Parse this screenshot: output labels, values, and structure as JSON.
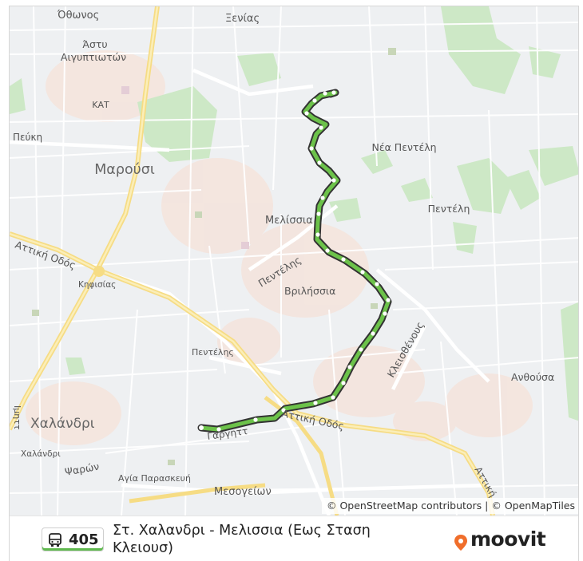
{
  "map": {
    "place_labels": {
      "othonos": "Όθωνος",
      "xenias": "Ξενίας",
      "asty_aigyptioton": [
        "Άστυ",
        "Αιγυπτιωτών"
      ],
      "kat": "ΚΑΤ",
      "pefki": "Πεύκη",
      "marousi": "Μαρούσι",
      "nea_penteli": "Νέα Πεντέλη",
      "penteli": "Πεντέλη",
      "melissia": "Μελίσσια",
      "attiki_odos_west": "Αττική Οδός",
      "kifisias": "Κηφισίας",
      "pentelis_road": "Πεντέλης",
      "vrilissia": "Βριλήσσια",
      "kleisthenous": "Κλεισθένους",
      "anthousa": "Ανθούσα",
      "pentelis_2": "Πεντέλης",
      "chalandri": "Χαλάνδρι",
      "chalandri_small": "Χαλάνδρι",
      "psaron": "Ψαρών",
      "agia_paraskevi": "Αγία Παρασκευή",
      "mesogeion": "Μεσογείων",
      "attiki_odos_east": "Αττική Οδός",
      "attiki_odos_far_east": "Αττική",
      "garyttou": "Γαργηττ",
      "imit": "Ιμηττ"
    },
    "attribution": "© OpenStreetMap contributors | © OpenMapTiles",
    "colors": {
      "route": "#6cc24a",
      "route_outline": "#3d3d3d",
      "highway": "#f7df8a",
      "park": "#c8e6c0",
      "urban": "#f5e6de"
    }
  },
  "footer": {
    "line_number": "405",
    "route_name": "Στ. Χαλανδρι - Μελισσια (Εως Σταση Κλειουσ)",
    "brand": "moovit",
    "brand_color": "#f06e2b"
  }
}
